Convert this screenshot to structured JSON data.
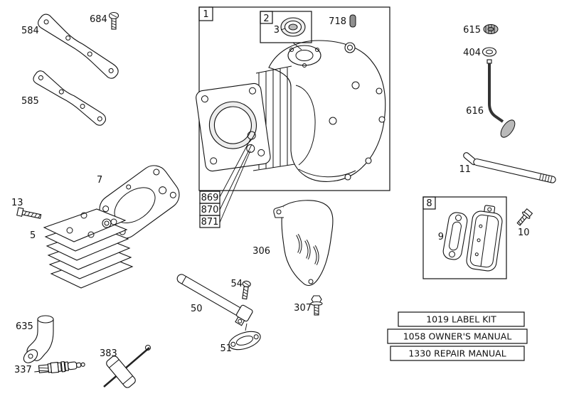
{
  "diagram": {
    "labels": {
      "box1": "1",
      "box2": "2",
      "p3": "3",
      "p718": "718",
      "p684": "684",
      "p584": "584",
      "p585": "585",
      "p615": "615",
      "p404": "404",
      "p616": "616",
      "p11": "11",
      "p869": "869",
      "p870": "870",
      "p871": "871",
      "p13": "13",
      "p7": "7",
      "p5": "5",
      "p306": "306",
      "p635": "635",
      "p337": "337",
      "p383": "383",
      "p50": "50",
      "p54": "54",
      "p51": "51",
      "p307": "307",
      "box8": "8",
      "p9": "9",
      "p10": "10"
    },
    "manuals": [
      {
        "label": "1019 LABEL KIT"
      },
      {
        "label": "1058 OWNER'S MANUAL"
      },
      {
        "label": "1330 REPAIR MANUAL"
      }
    ],
    "colors": {
      "line": "#111111",
      "background": "#ffffff",
      "metal_shade": "#b9b9b9"
    }
  }
}
